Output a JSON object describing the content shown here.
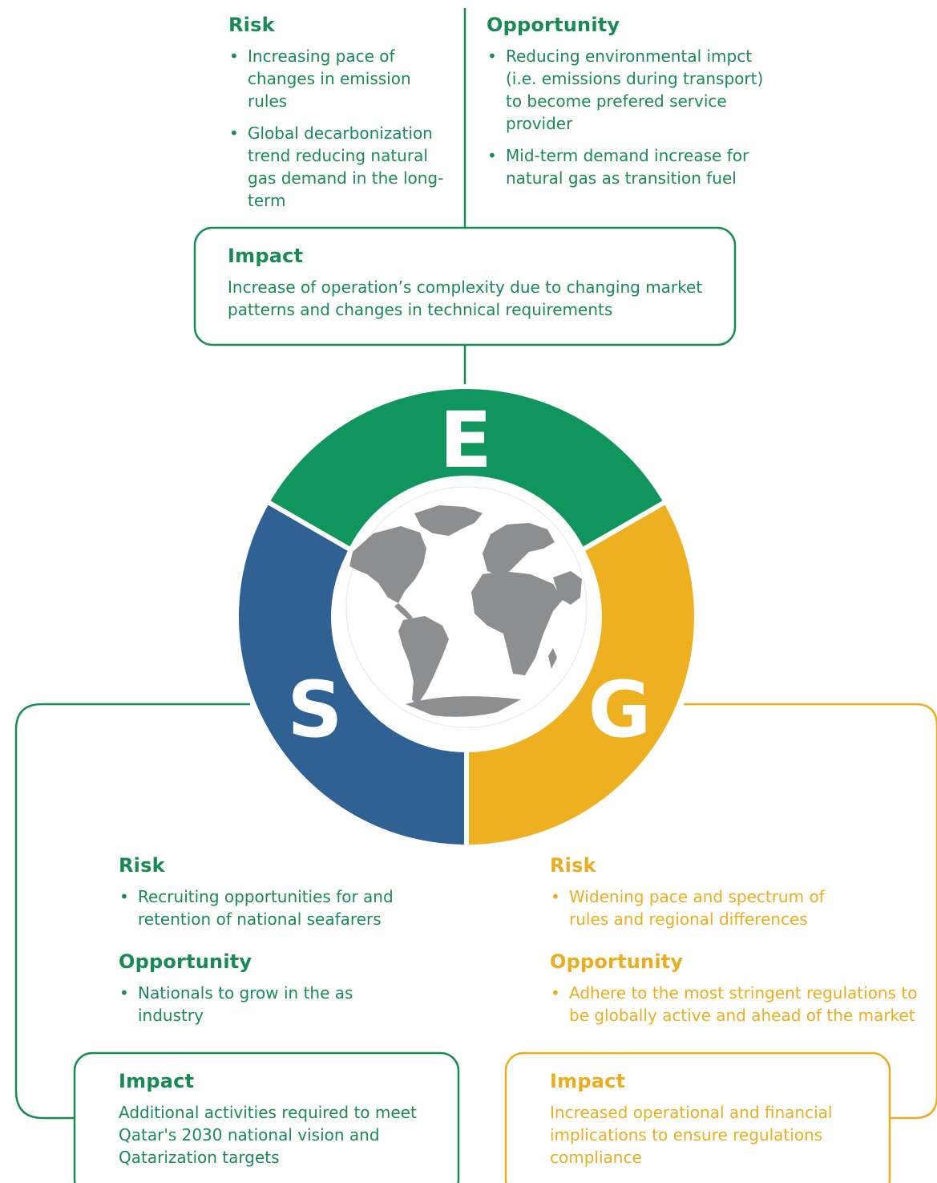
{
  "colors": {
    "green": "#10965c",
    "blue": "#2f6192",
    "yellow": "#edb020",
    "green_text": "#1a8a54",
    "yellow_text": "#e9ad1f",
    "globe": "#8c8e90"
  },
  "environmental": {
    "letter": "E",
    "risk_title": "Risk",
    "risks": [
      "Increasing pace of changes in emission rules",
      "Global decarbonization trend reducing natural gas demand in the long-term"
    ],
    "opportunity_title": "Opportunity",
    "opportunities": [
      "Reducing environmental impct (i.e. emissions during transport) to become prefered service provider",
      "Mid-term demand increase for natural gas as transition fuel"
    ],
    "impact_title": "Impact",
    "impact_text": "Increase of operation’s complexity due to changing market patterns and changes in technical requirements"
  },
  "social": {
    "letter": "S",
    "risk_title": "Risk",
    "risks": [
      "Recruiting opportunities for and retention of national seafarers"
    ],
    "opportunity_title": "Opportunity",
    "opportunities": [
      "Nationals to grow in the as industry"
    ],
    "impact_title": "Impact",
    "impact_text": "Additional activities required to meet Qatar's 2030 national vision and Qatarization targets"
  },
  "governance": {
    "letter": "G",
    "risk_title": "Risk",
    "risks": [
      "Widening pace and spectrum of rules and regional differences"
    ],
    "opportunity_title": "Opportunity",
    "opportunities": [
      "Adhere to the most stringent regulations to be globally active and ahead of the market"
    ],
    "impact_title": "Impact",
    "impact_text": "Increased operational and financial implications to ensure regulations compliance"
  }
}
